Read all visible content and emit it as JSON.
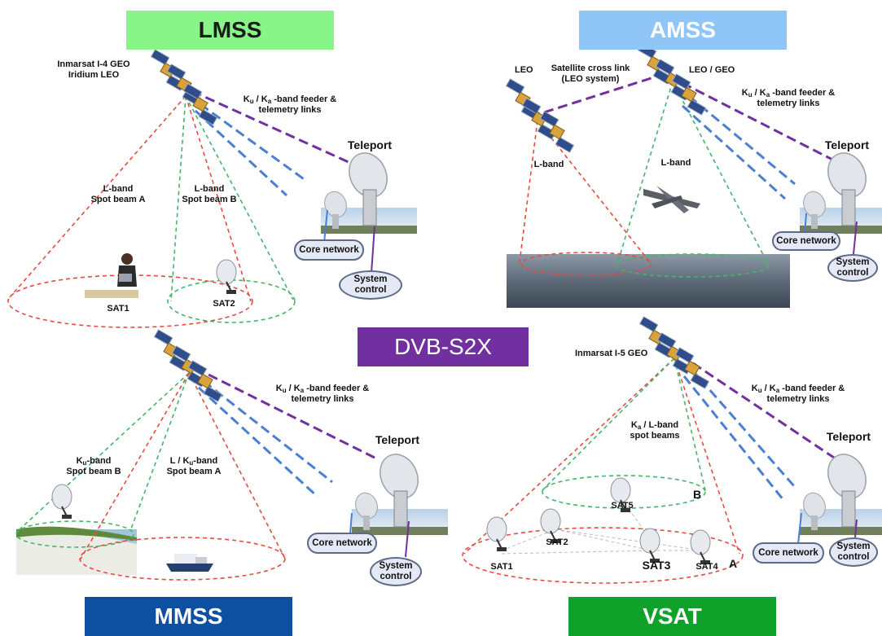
{
  "colors": {
    "lmss": "#87f587",
    "amss": "#8fc6f7",
    "mmss": "#0d4fa0",
    "vsat": "#10a12a",
    "dvb": "#7030a0",
    "feeder": "#7030a0",
    "beam_blue": "#4a7fd4",
    "beam_red": "#e8493f",
    "beam_green": "#44b56a",
    "pill_fill": "#e4e9f5",
    "pill_border": "#5c6a86"
  },
  "center": {
    "label": "DVB-S2X"
  },
  "lmss": {
    "title": "LMSS",
    "sat_label_1": "Inmarsat I-4 GEO",
    "sat_label_2": "Iridium LEO",
    "feeder_1": "-band feeder &",
    "feeder_2": "telemetry links",
    "teleport": "Teleport",
    "beam_a_1": "L-band",
    "beam_a_2": "Spot beam A",
    "beam_b_1": "L-band",
    "beam_b_2": "Spot beam B",
    "core": "Core network",
    "sys_1": "System",
    "sys_2": "control",
    "term_1": "SAT1",
    "term_2": "SAT2"
  },
  "amss": {
    "title": "AMSS",
    "leo": "LEO",
    "cross_1": "Satellite cross link",
    "cross_2": "(LEO system)",
    "leo_geo": "LEO / GEO",
    "feeder_1": "-band feeder &",
    "feeder_2": "telemetry links",
    "teleport": "Teleport",
    "lband_1": "L-band",
    "lband_2": "L-band",
    "core": "Core network",
    "sys_1": "System",
    "sys_2": "control"
  },
  "mmss": {
    "title": "MMSS",
    "feeder_1": "-band feeder &",
    "feeder_2": "telemetry links",
    "teleport": "Teleport",
    "ku_1": "-band",
    "ku_2": "Spot beam B",
    "lku_1": "L / K",
    "lku_2": "-band",
    "lku_3": "Spot beam A",
    "core": "Core network",
    "sys_1": "System",
    "sys_2": "control"
  },
  "vsat": {
    "title": "VSAT",
    "sat_label": "Inmarsat I-5 GEO",
    "feeder_1": "-band feeder &",
    "feeder_2": "telemetry links",
    "teleport": "Teleport",
    "beams_1": " / L-band",
    "beams_2": "spot beams",
    "b": "B",
    "a": "A",
    "core": "Core network",
    "sys_1": "System",
    "sys_2": "control",
    "terms": [
      "SAT1",
      "SAT2",
      "SAT3",
      "SAT4",
      "SAT5"
    ]
  },
  "icons": [
    "satellite-icon",
    "dish-icon",
    "drone-icon",
    "ship-icon",
    "user-laptop-icon",
    "clouds-icon",
    "coast-icon",
    "teleport-dish-icon"
  ]
}
